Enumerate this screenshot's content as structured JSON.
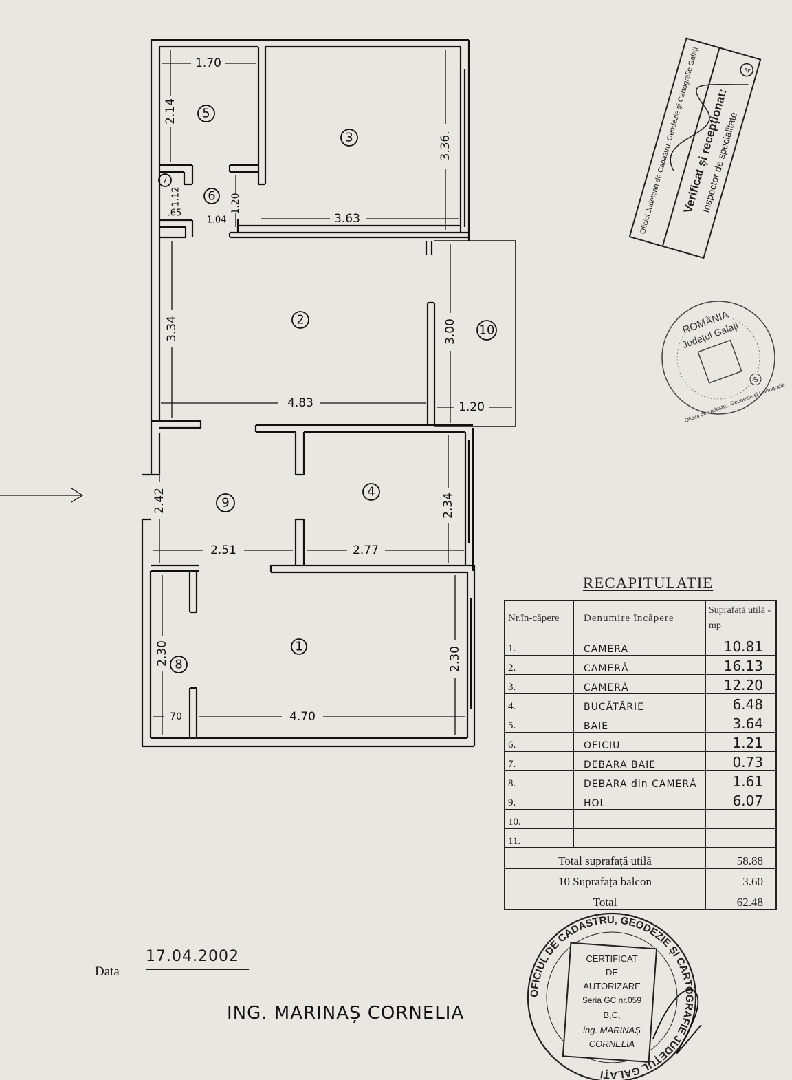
{
  "plan": {
    "rooms": {
      "r1": "1",
      "r2": "2",
      "r3": "3",
      "r4": "4",
      "r5": "5",
      "r6": "6",
      "r7": "7",
      "r8": "8",
      "r9": "9",
      "r10": "10"
    },
    "dims": {
      "r5_width": "1.70",
      "r5_height": "2.14",
      "r3_height": "3.36.",
      "r7_height": "1.12",
      "r7_width": ".65",
      "r6_width": "1.04",
      "r6_height": "1.20",
      "r3_width": "3.63",
      "r2_height": "3.34",
      "r2_width": "4.83",
      "r10_height": "3.00",
      "r10_width": "1.20",
      "r9_height": "2.42",
      "r4_height": "2.34",
      "r9_width": "2.51",
      "r4_width": "2.77",
      "r8_height": "2.30",
      "r1_height": "2.30",
      "r8_width": "70",
      "r1_width": "4.70"
    }
  },
  "recap": {
    "title": "RECAPITULATIE",
    "headers": [
      "Nr.în-căpere",
      "Denumire încăpere",
      "Suprafață utilă - mp"
    ],
    "rows": [
      {
        "nr": "1.",
        "name": "CAMERA",
        "area": "10.81"
      },
      {
        "nr": "2.",
        "name": "CAMERĂ",
        "area": "16.13"
      },
      {
        "nr": "3.",
        "name": "CAMERĂ",
        "area": "12.20"
      },
      {
        "nr": "4.",
        "name": "BUCĂTĂRIE",
        "area": "6.48"
      },
      {
        "nr": "5.",
        "name": "BAIE",
        "area": "3.64"
      },
      {
        "nr": "6.",
        "name": "OFICIU",
        "area": "1.21"
      },
      {
        "nr": "7.",
        "name": "DEBARA BAIE",
        "area": "0.73"
      },
      {
        "nr": "8.",
        "name": "DEBARA din CAMERĂ",
        "area": "1.61"
      },
      {
        "nr": "9.",
        "name": "HOL",
        "area": "6.07"
      },
      {
        "nr": "10.",
        "name": "",
        "area": ""
      },
      {
        "nr": "11.",
        "name": "",
        "area": ""
      }
    ],
    "total_util_label": "Total suprafață utilă",
    "total_util": "58.88",
    "balcony_label": "10 Suprafața balcon",
    "balcony": "3.60",
    "total_label": "Total",
    "total": "62.48"
  },
  "date_label": "Data",
  "date": "17.04.2002",
  "signer": "ING. MARINAȘ CORNELIA",
  "stamps": {
    "verify": {
      "office": "Oficiul Județean de Cadastru, Geodezie și Cartografie Galați",
      "line1": "Verificat și recepționat:",
      "line2": "Inspector de specialitate",
      "number": "4"
    },
    "round": {
      "top": "ROMÂNIA",
      "middle": "Județul Galați",
      "bottom": "Oficiul de cadastru, Geodezie și Cartografie",
      "number": "5"
    },
    "cert": {
      "ring": "OFICIUL DE CADASTRU, GEODEZIE ȘI CARTOGRAFIE JUDEȚUL GALAȚI",
      "lines": [
        "CERTIFICAT",
        "DE",
        "AUTORIZARE",
        "Seria GC nr.059",
        "B,C,",
        "ing. MARINAȘ",
        "CORNELIA"
      ]
    }
  },
  "colors": {
    "paper": "#e9e7e2",
    "ink": "#111111",
    "stamp": "#333333"
  }
}
